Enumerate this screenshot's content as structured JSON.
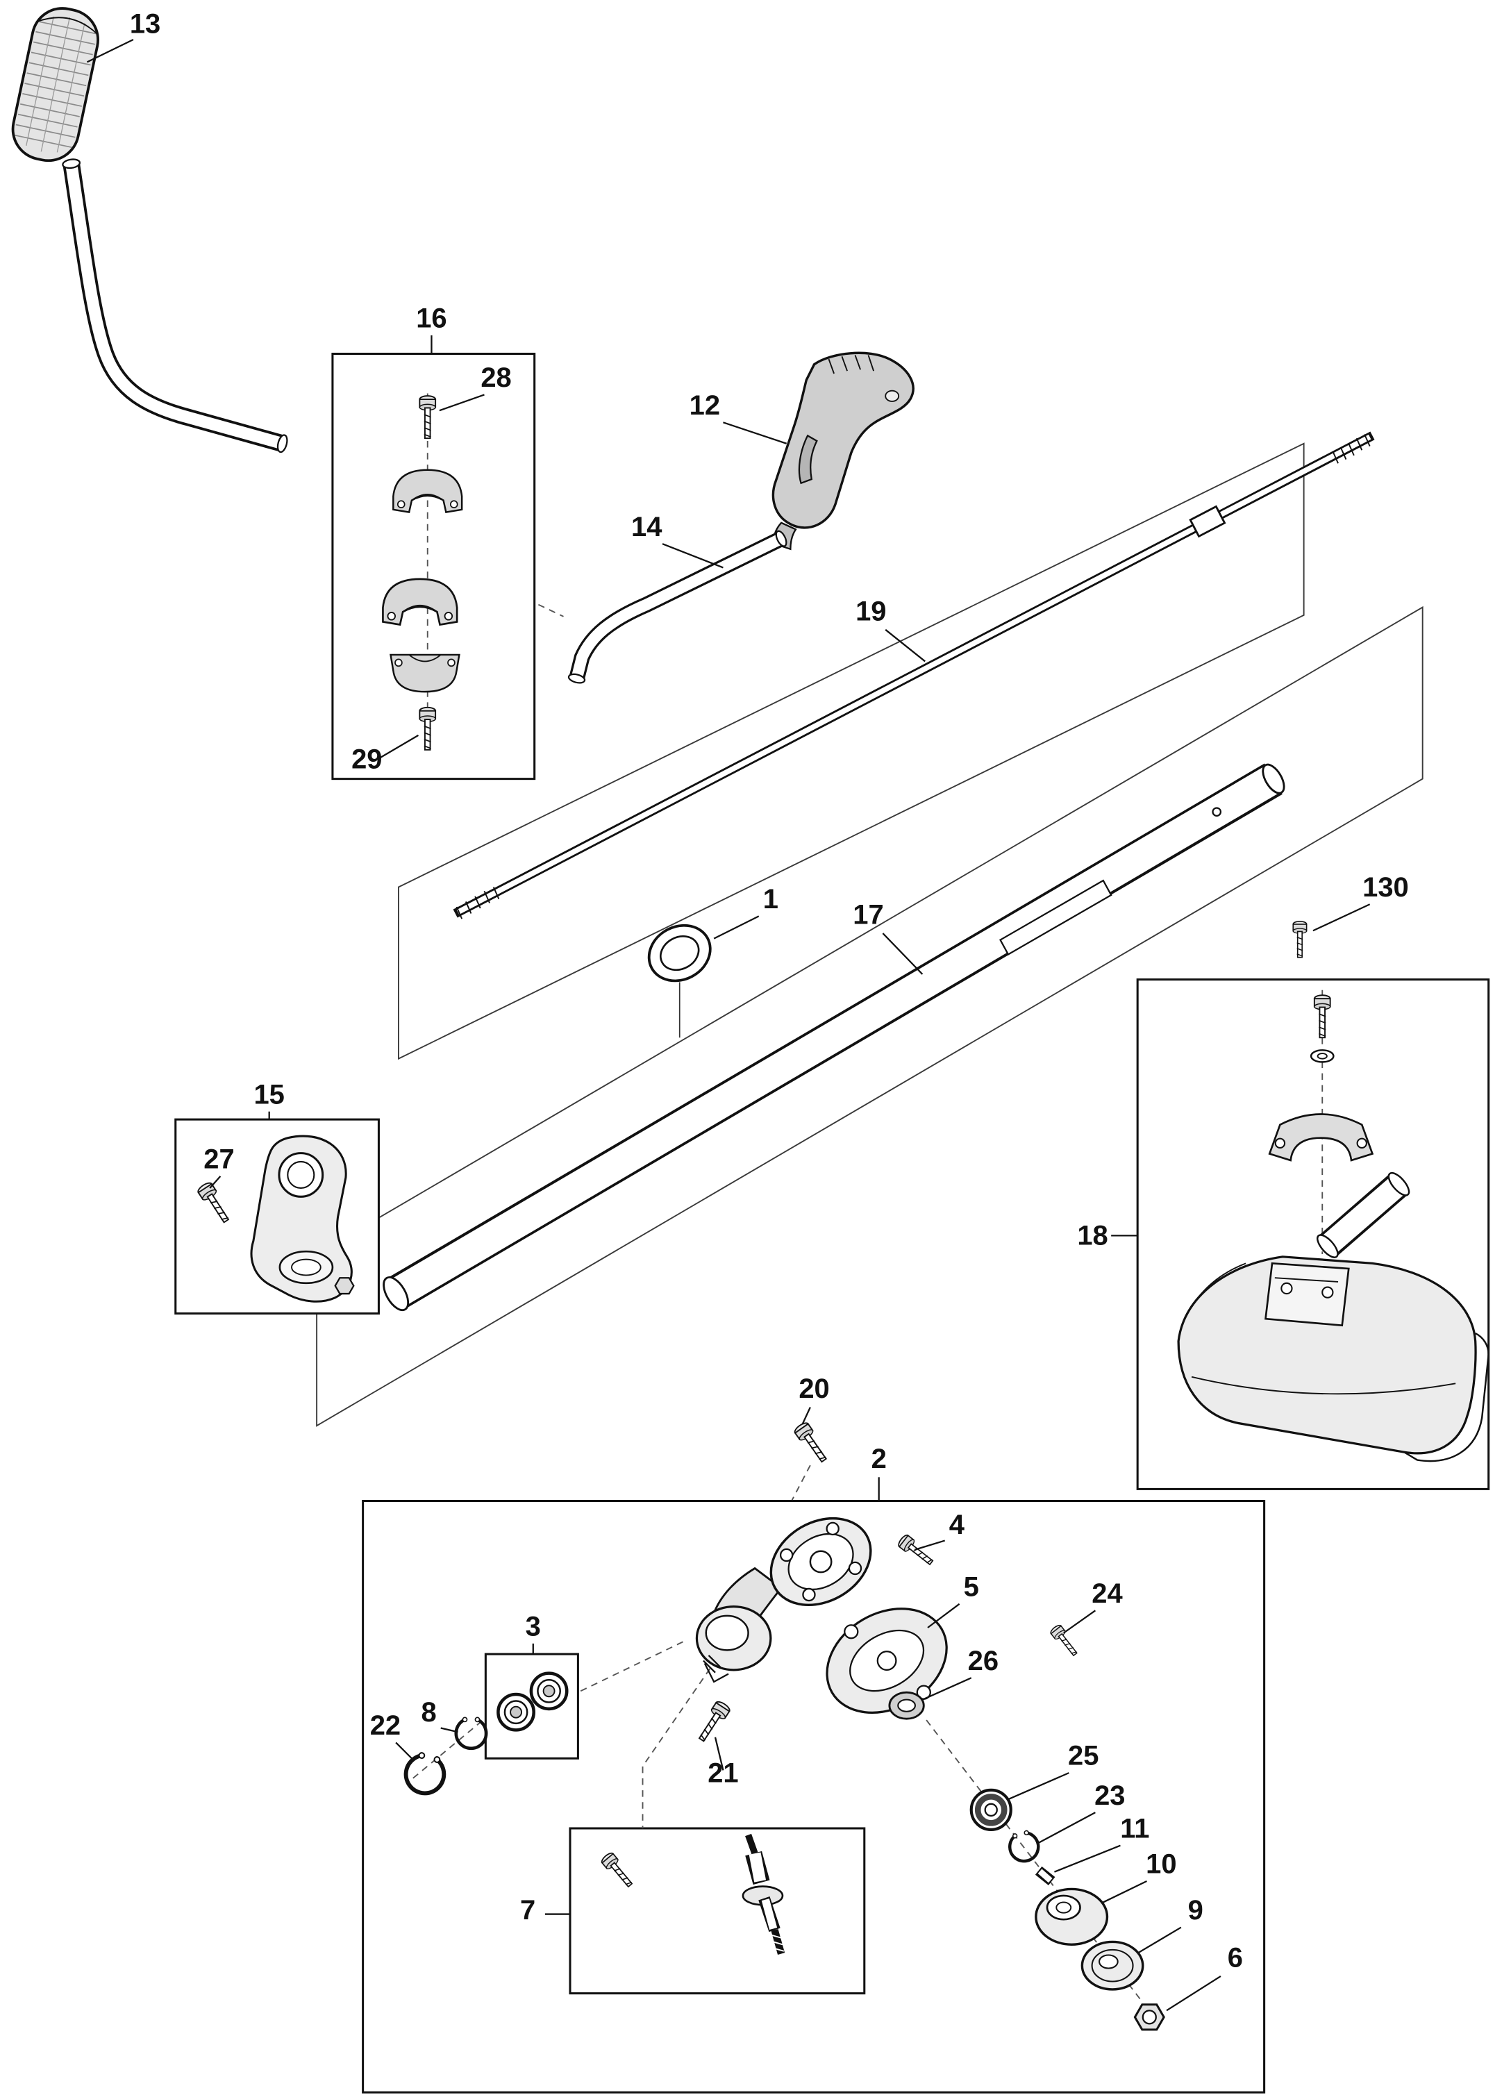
{
  "page": {
    "background": "#ffffff",
    "line_color": "#111111",
    "metal_light": "#ececec",
    "metal_mid": "#d8d8d8",
    "handle_gray": "#cfcfcf"
  },
  "diagram": {
    "type": "exploded-parts-diagram",
    "callouts": {
      "c1": "1",
      "c2": "2",
      "c3": "3",
      "c4": "4",
      "c5": "5",
      "c6": "6",
      "c7": "7",
      "c8": "8",
      "c9": "9",
      "c10": "10",
      "c11": "11",
      "c12": "12",
      "c13": "13",
      "c14": "14",
      "c15": "15",
      "c16": "16",
      "c17": "17",
      "c18": "18",
      "c19": "19",
      "c20": "20",
      "c21": "21",
      "c22": "22",
      "c23": "23",
      "c24": "24",
      "c25": "25",
      "c26": "26",
      "c27": "27",
      "c28": "28",
      "c29": "29",
      "c130": "130"
    }
  }
}
